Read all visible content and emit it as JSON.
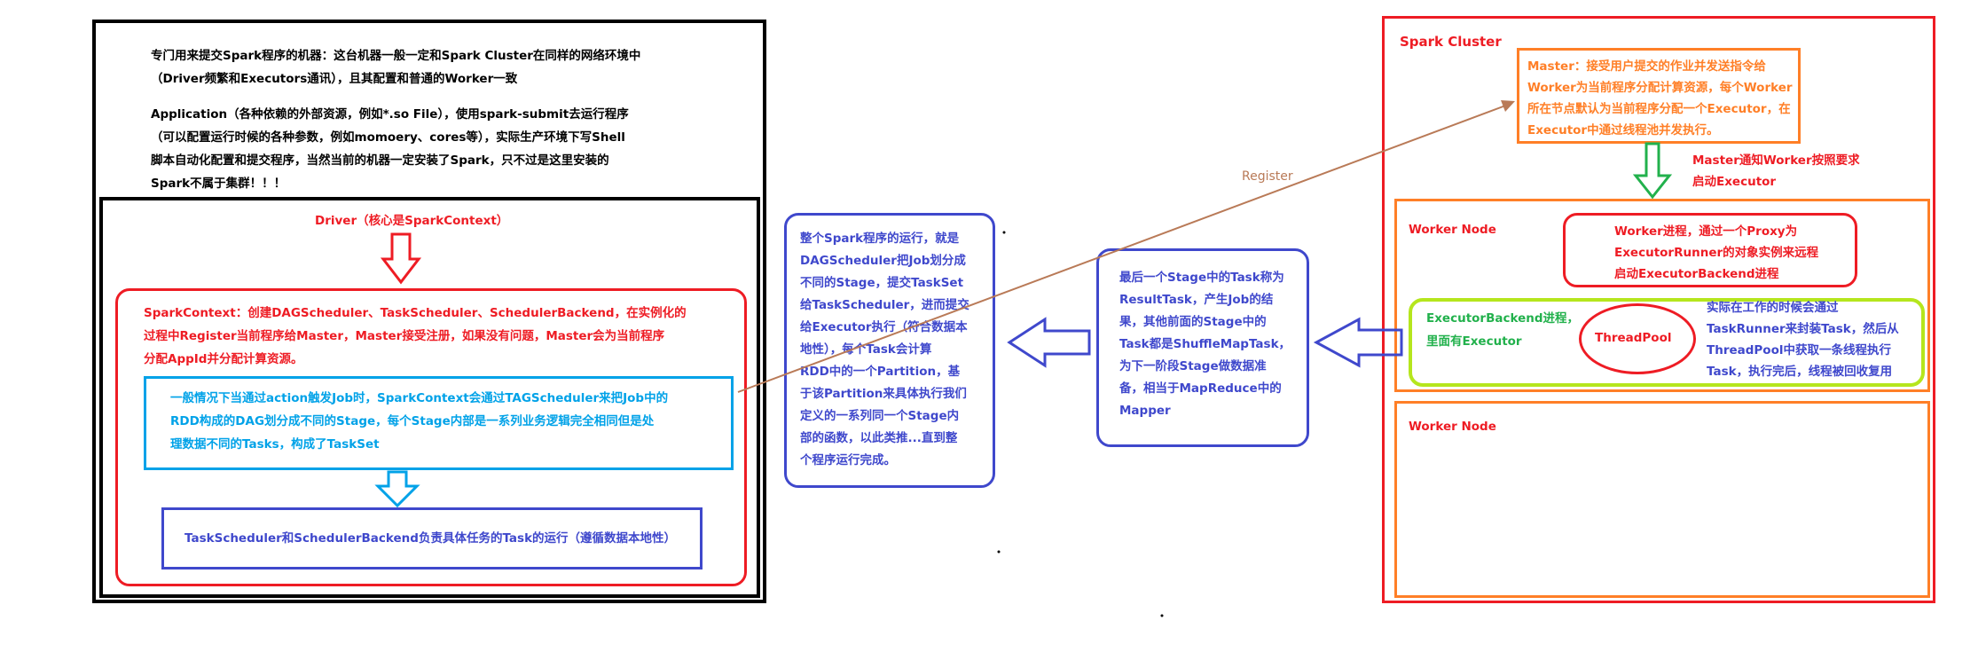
{
  "client_note": {
    "line1": "专门用来提交Spark程序的机器：这台机器一般一定和Spark Cluster在同样的网络环境中",
    "line2": "（Driver频繁和Executors通讯），且其配置和普通的Worker一致",
    "line3": "Application（各种依赖的外部资源，例如*.so File），使用spark-submit去运行程序",
    "line4": "（可以配置运行时候的各种参数，例如momoery、cores等），实际生产环境下写Shell",
    "line5": "脚本自动化配置和提交程序，当然当前的机器一定安装了Spark，只不过是这里安装的",
    "line6": "Spark不属于集群！！！"
  },
  "driver": {
    "title": "Driver（核心是SparkContext）"
  },
  "spark_context": {
    "line1": "SparkContext：创建DAGScheduler、TaskScheduler、SchedulerBackend，在实例化的",
    "line2": "过程中Register当前程序给Master，Master接受注册，如果没有问题，Master会为当前程序",
    "line3": "分配AppId并分配计算资源。"
  },
  "action_box": {
    "line1": "一般情况下当通过action触发Job时，SparkContext会通过TAGScheduler来把Job中的",
    "line2": "RDD构成的DAG划分成不同的Stage，每个Stage内部是一系列业务逻辑完全相同但是处",
    "line3": "理数据不同的Tasks，构成了TaskSet"
  },
  "task_scheduler_box": {
    "text": "TaskScheduler和SchedulerBackend负责具体任务的Task的运行（遵循数据本地性）"
  },
  "dag_box": {
    "lines": [
      "整个Spark程序的运行，就是",
      "DAGScheduler把Job划分成",
      "不同的Stage，提交TaskSet",
      "给TaskScheduler，进而提交",
      "给Executor执行（符合数据本",
      "地性），每个Task会计算",
      "RDD中的一个Partition，基",
      "于该Partition来具体执行我们",
      "定义的一系列同一个Stage内",
      "部的函数，以此类推...直到整",
      "个程序运行完成。"
    ]
  },
  "result_box": {
    "lines": [
      "最后一个Stage中的Task称为",
      "ResultTask，产生Job的结",
      "果，其他前面的Stage中的",
      "Task都是ShuffleMapTask，",
      "为下一阶段Stage做数据准",
      "备，相当于MapReduce中的",
      "Mapper"
    ]
  },
  "register_label": "Register",
  "cluster": {
    "title": "Spark Cluster",
    "master_lines": [
      "Master：接受用户提交的作业并发送指令给",
      "Worker为当前程序分配计算资源，每个Worker",
      "所在节点默认为当前程序分配一个Executor，在",
      "Executor中通过线程池并发执行。"
    ],
    "master_notify": [
      "Master通知Worker按照要求",
      "启动Executor"
    ],
    "worker1_title": "Worker Node",
    "worker_proc": [
      "Worker进程，通过一个Proxy为",
      "ExecutorRunner的对象实例来远程",
      "启动ExecutorBackend进程"
    ],
    "executor_backend": [
      "ExecutorBackend进程，",
      "里面有Executor"
    ],
    "thread_pool": "ThreadPool",
    "thread_note": [
      "实际在工作的时候会通过",
      "TaskRunner来封装Task，然后从",
      "ThreadPool中获取一条线程执行",
      "Task，执行完后，线程被回收复用"
    ],
    "worker2_title": "Worker Node"
  },
  "colors": {
    "red": "#ee1c24",
    "blue": "#3f48cc",
    "cyan": "#00a2e8",
    "orange": "#ff7f27",
    "lime": "#b5e61d",
    "green": "#22b14c",
    "brown": "#b97a57"
  }
}
